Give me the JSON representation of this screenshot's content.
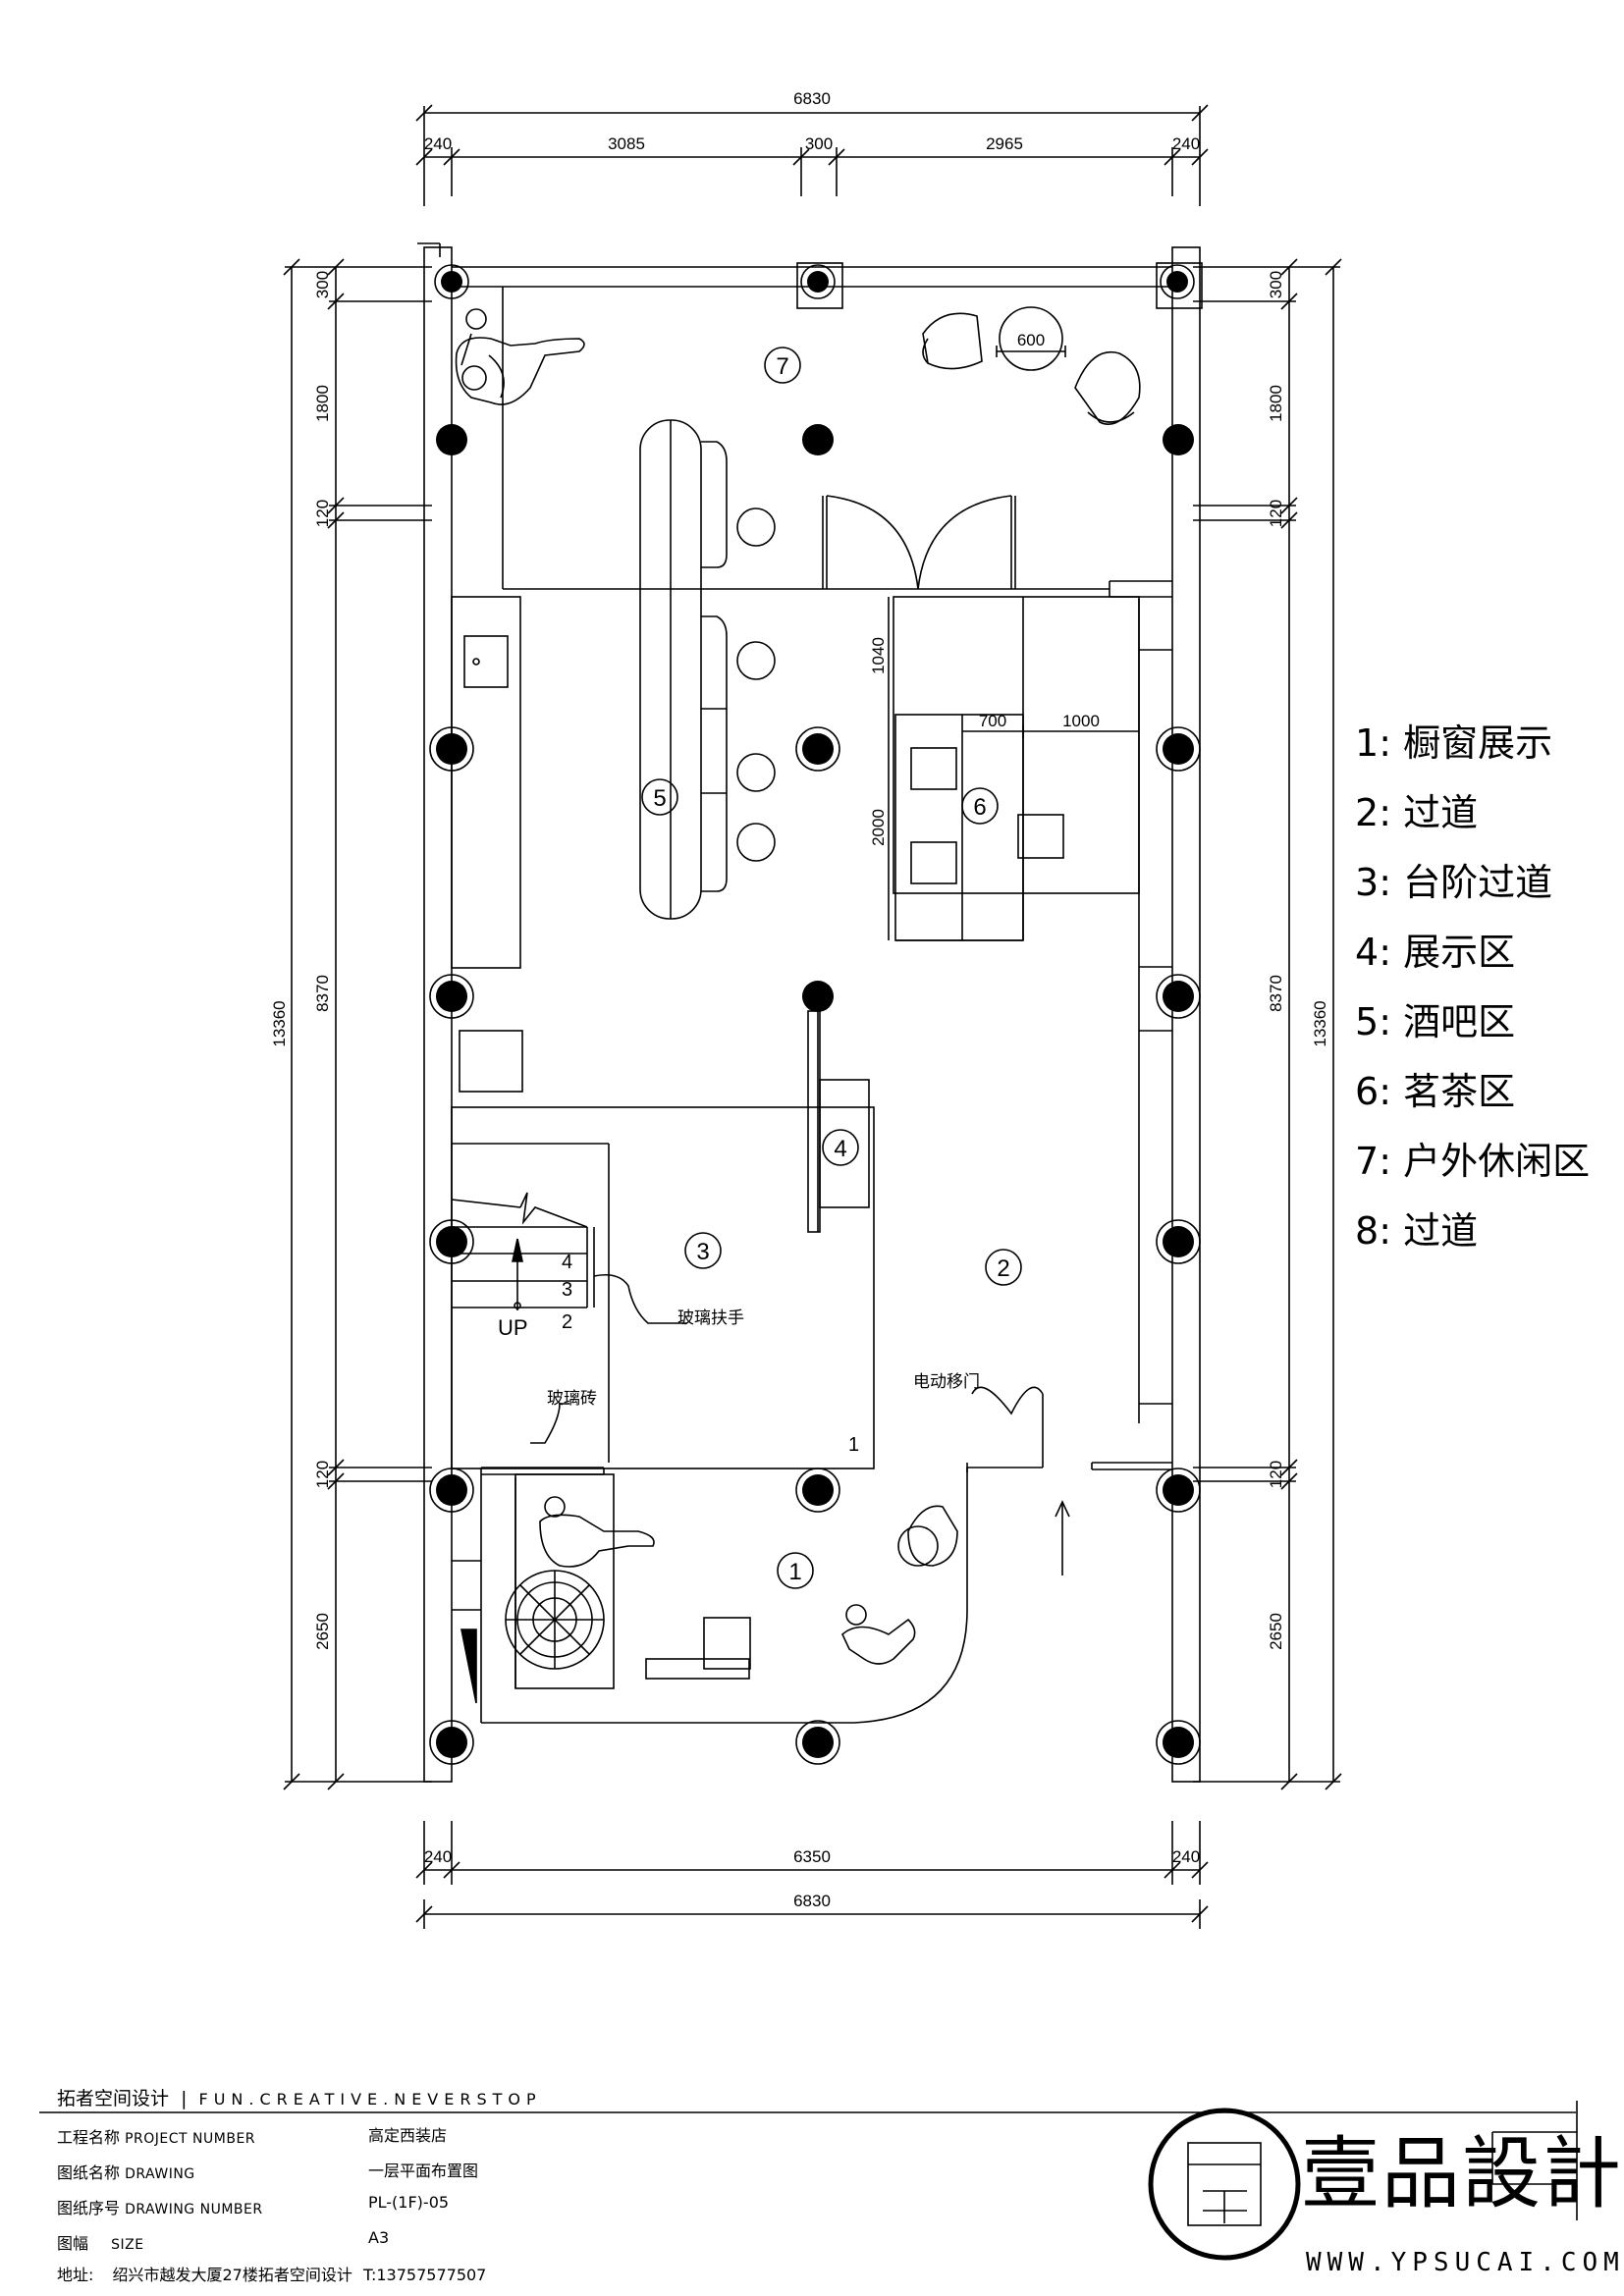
{
  "dimensions": {
    "top_total": "6830",
    "top_segments": [
      "240",
      "3085",
      "300",
      "2965",
      "240"
    ],
    "bottom_segments": [
      "240",
      "6350",
      "240"
    ],
    "bottom_total": "6830",
    "left_segments": [
      "300",
      "1800",
      "120",
      "8370",
      "120",
      "2650"
    ],
    "left_total": "13360",
    "right_segments": [
      "300",
      "1800",
      "120",
      "8370",
      "120",
      "2650"
    ],
    "right_total": "13360",
    "inner": {
      "table_diameter": "600",
      "tea_width_a": "700",
      "tea_width_b": "1000",
      "tea_depth": "1040",
      "tea_length": "2000"
    }
  },
  "plan_labels": {
    "glass_handrail": "玻璃扶手",
    "glass_brick": "玻璃砖",
    "electric_door": "电动移门",
    "stair_up": "UP",
    "stair_steps": [
      "4",
      "3",
      "2"
    ],
    "area_one_corner": "1"
  },
  "zone_markers": [
    {
      "num": "1"
    },
    {
      "num": "2"
    },
    {
      "num": "3"
    },
    {
      "num": "4"
    },
    {
      "num": "5"
    },
    {
      "num": "6"
    },
    {
      "num": "7"
    }
  ],
  "legend": [
    {
      "num": "1",
      "label": "橱窗展示"
    },
    {
      "num": "2",
      "label": "过道"
    },
    {
      "num": "3",
      "label": "台阶过道"
    },
    {
      "num": "4",
      "label": "展示区"
    },
    {
      "num": "5",
      "label": "酒吧区"
    },
    {
      "num": "6",
      "label": "茗茶区"
    },
    {
      "num": "7",
      "label": "户外休闲区"
    },
    {
      "num": "8",
      "label": "过道"
    }
  ],
  "title_block": {
    "firm": "拓者空间设计",
    "slogan": "FUN.CREATIVE.NEVERSTOP",
    "rows": [
      {
        "key": "工程名称",
        "en": "PROJECT NUMBER",
        "value": "高定西装店"
      },
      {
        "key": "图纸名称",
        "en": "DRAWING",
        "value": "一层平面布置图"
      },
      {
        "key": "图纸序号",
        "en": "DRAWING NUMBER",
        "value": "PL-(1F)-05"
      },
      {
        "key": "图幅",
        "en": "SIZE",
        "value": "A3"
      }
    ],
    "address_key": "地址:",
    "address": "绍兴市越发大厦27楼拓者空间设计",
    "phone": "T:13757577507"
  },
  "brand": {
    "logo_char": "壹",
    "name": "壹品設計",
    "url": "WWW.YPSUCAI.COM"
  }
}
